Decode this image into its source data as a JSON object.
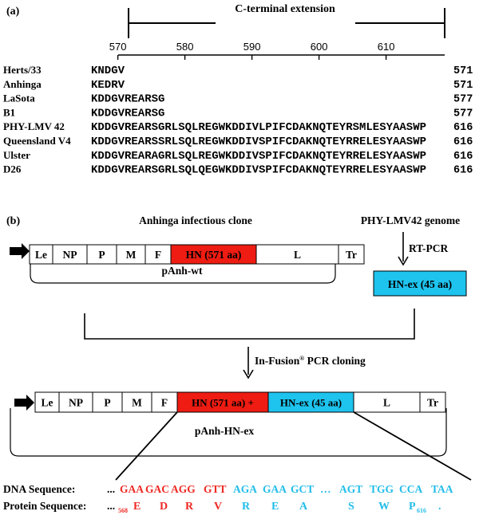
{
  "panel_a": {
    "label": "(a)",
    "bracket_label": "C-terminal extension",
    "ticks": [
      "570",
      "580",
      "590",
      "600",
      "610"
    ],
    "rows": [
      {
        "name": "Herts/33",
        "seq": "KNDGV",
        "end": "571"
      },
      {
        "name": "Anhinga",
        "seq": "KEDRV",
        "end": "571"
      },
      {
        "name": "LaSota",
        "seq": "KDDGVREARSG",
        "end": "577"
      },
      {
        "name": "B1",
        "seq": "KDDGVREARSG",
        "end": "577"
      },
      {
        "name": "PHY-LMV 42",
        "seq": "KDDGVREARSGRLSQLREGWKDDIVLPIFCDAKNQTEYRSMLESYAASWP",
        "end": "616"
      },
      {
        "name": "Queensland V4",
        "seq": "KDDGVREARSSRLSQLREGWKDDIVSPIFCDAKNQTEYRRELESYAASWP",
        "end": "616"
      },
      {
        "name": "Ulster",
        "seq": "KDDGVREARAGRLSQLREGWKDDIVSPIFCDAKNQTEYRRELESYAASWP",
        "end": "616"
      },
      {
        "name": "D26",
        "seq": "KDDGVREARSGRLSQLQEGWKDDIVSPIFCDAKNQTEYRRELESYAASWP",
        "end": "616"
      }
    ]
  },
  "panel_b": {
    "label": "(b)",
    "clone_title": "Anhinga infectious clone",
    "genome_title": "PHY-LMV42 genome",
    "rtpcr": "RT-PCR",
    "plasmid1_name": "pAnh-wt",
    "plasmid2_name": "pAnh-HN-ex",
    "insert_label": "HN-ex (45 aa)",
    "cloning_label": "In-Fusion",
    "cloning_sup": "®",
    "cloning_rest": " PCR cloning",
    "genes1": [
      "Le",
      "NP",
      "P",
      "M",
      "F",
      "HN (571 aa)",
      "L",
      "Tr"
    ],
    "genes2": [
      "Le",
      "NP",
      "P",
      "M",
      "F",
      "HN (571 aa) +",
      "HN-ex (45 aa)",
      "L",
      "Tr"
    ],
    "dna_label": "DNA Sequence:",
    "protein_label": "Protein Sequence:",
    "dna_ellipsis": "...",
    "dna_red": [
      "GAA",
      "GAC",
      "AGG",
      "GTT"
    ],
    "dna_blue": [
      "AGA",
      "GAA",
      "GCT",
      "…",
      "AGT",
      "TGG",
      "CCA",
      "TAA"
    ],
    "protein_ellipsis": "...",
    "protein_start_num": "568",
    "protein_red": [
      "E",
      "D",
      "R",
      "V"
    ],
    "protein_blue": [
      "R",
      "E",
      "A",
      "S",
      "W",
      "P"
    ],
    "protein_end_num": "616",
    "protein_stop": "."
  },
  "colors": {
    "hn_red": "#ee1c12",
    "ext_blue": "#1ec3ee",
    "seq_red": "#ee2a24",
    "seq_blue": "#22bdea"
  }
}
